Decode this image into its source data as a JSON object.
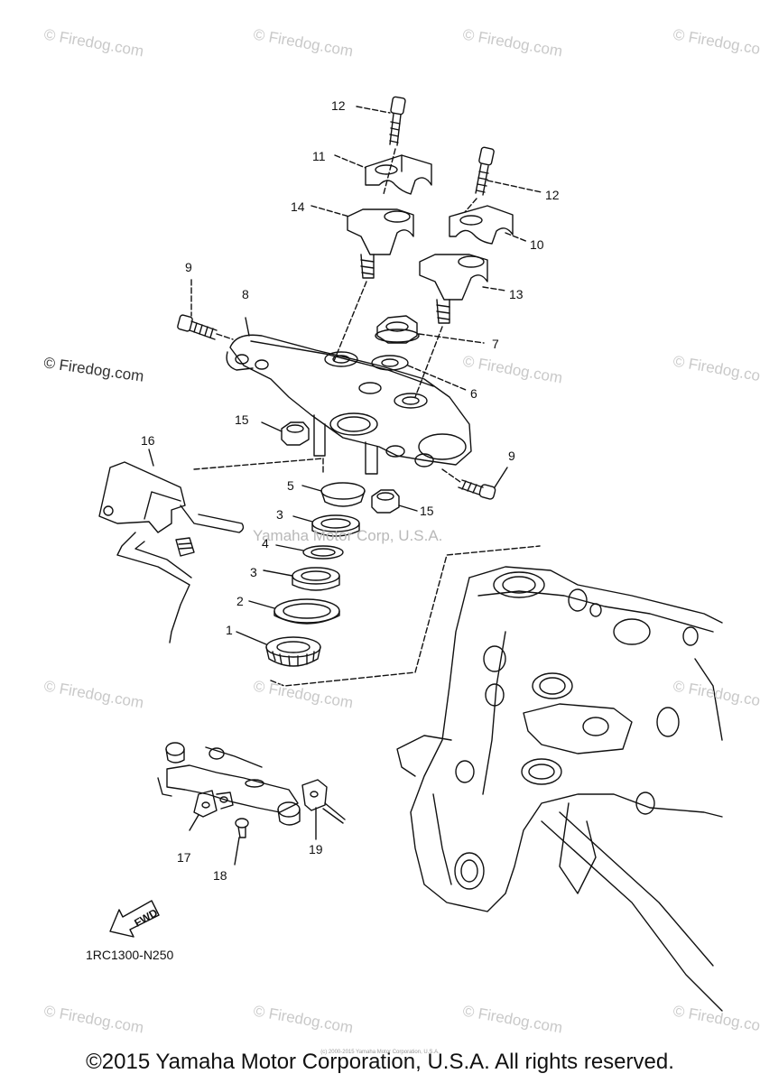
{
  "watermark": {
    "text": "© Firedog.com"
  },
  "center_watermark": "Yamaha Motor Corp, U.S.A.",
  "callouts": {
    "c1": "1",
    "c2": "2",
    "c3a": "3",
    "c3b": "3",
    "c4": "4",
    "c5": "5",
    "c6": "6",
    "c7": "7",
    "c8": "8",
    "c9a": "9",
    "c9b": "9",
    "c10": "10",
    "c11": "11",
    "c12a": "12",
    "c12b": "12",
    "c13": "13",
    "c14": "14",
    "c15a": "15",
    "c15b": "15",
    "c16": "16",
    "c17": "17",
    "c18": "18",
    "c19": "19"
  },
  "fwd_label": "FWD",
  "part_code": "1RC1300-N250",
  "footer_small": "(c) 2000-2015 Yamaha Motor Corporation, U.S.A.",
  "footer": "©2015 Yamaha Motor Corporation, U.S.A. All rights reserved."
}
